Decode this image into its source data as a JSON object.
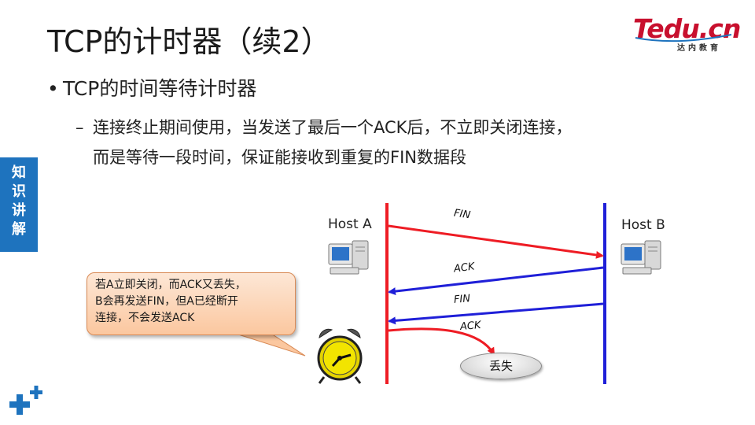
{
  "title": "TCP的计时器（续2）",
  "logo": {
    "main": "Tedu.cn",
    "sub": "达内教育"
  },
  "side_tab": [
    "知",
    "识",
    "讲",
    "解"
  ],
  "bullet1": "TCP的时间等待计时器",
  "bullet2": {
    "dash": "–",
    "line1": "连接终止期间使用，当发送了最后一个ACK后，不立即关闭连接，",
    "line2": "而是等待一段时间，保证能接收到重复的FIN数据段"
  },
  "diagram": {
    "host_a": "Host A",
    "host_b": "Host B",
    "messages": {
      "fin1": "FIN",
      "ack1": "ACK",
      "fin2": "FIN",
      "ack2": "ACK"
    },
    "callout": [
      "若A立即关闭，而ACK又丢失，",
      "B会再发送FIN，但A已经断开",
      "连接，不会发送ACK"
    ],
    "lost": "丢失",
    "colors": {
      "host_a_line": "#ee1c24",
      "host_b_line": "#1f1fd8",
      "callout_fill": "#fbc79f"
    }
  }
}
